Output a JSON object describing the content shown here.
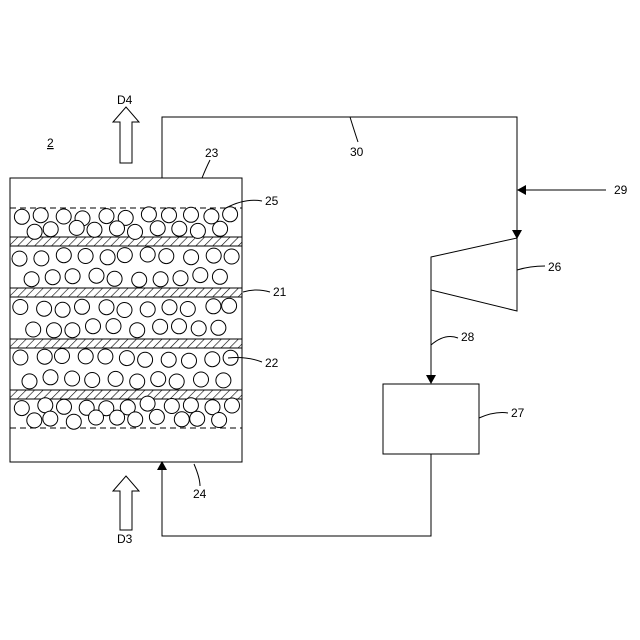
{
  "labels": {
    "figure_ref": "2",
    "d4": "D4",
    "d3": "D3",
    "ref_21": "21",
    "ref_22": "22",
    "ref_23": "23",
    "ref_24": "24",
    "ref_25": "25",
    "ref_26": "26",
    "ref_27": "27",
    "ref_28": "28",
    "ref_29": "29",
    "ref_30": "30"
  }
}
